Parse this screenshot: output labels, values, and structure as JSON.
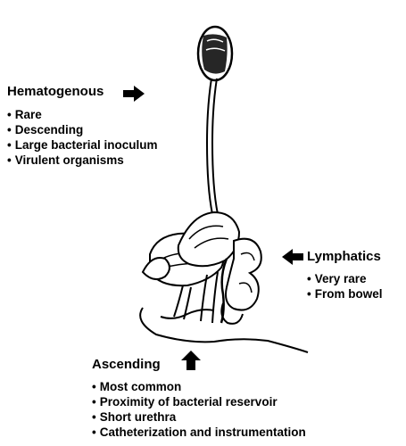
{
  "hematogenous": {
    "title": "Hematogenous",
    "items": [
      "Rare",
      "Descending",
      "Large bacterial inoculum",
      "Virulent organisms"
    ]
  },
  "lymphatics": {
    "title": "Lymphatics",
    "items": [
      "Very rare",
      "From bowel"
    ]
  },
  "ascending": {
    "title": "Ascending",
    "items": [
      "Most common",
      "Proximity of bacterial reservoir",
      "Short urethra",
      "Catheterization and instrumentation"
    ]
  }
}
